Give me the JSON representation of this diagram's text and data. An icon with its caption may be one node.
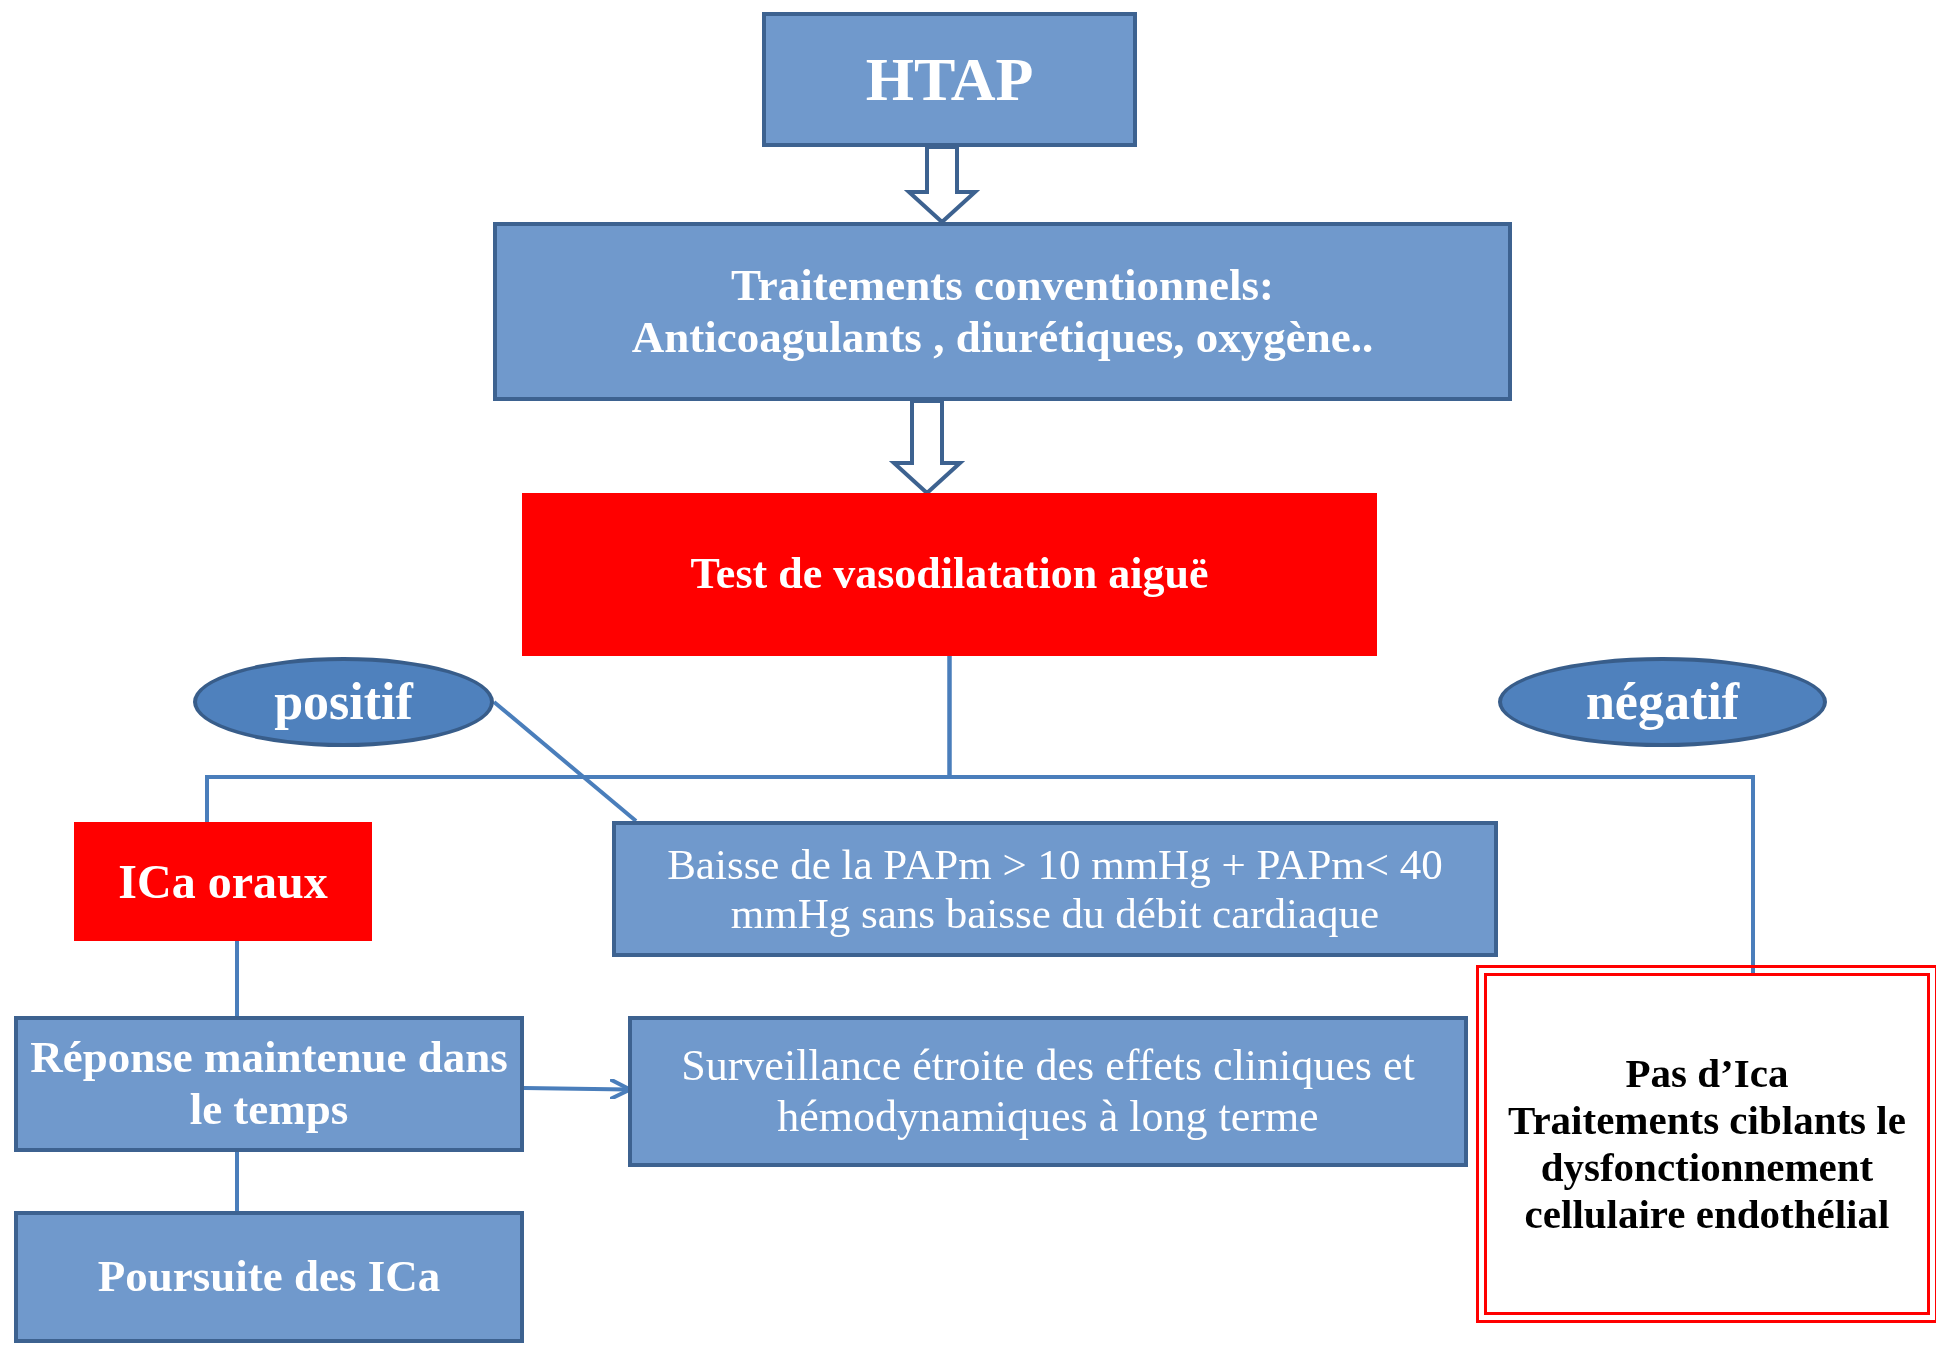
{
  "diagram": {
    "nodes": [
      {
        "text": [
          "HTAP"
        ]
      },
      {
        "text": [
          "Traitements conventionnels:",
          "Anticoagulants , diurétiques, oxygène.."
        ]
      },
      {
        "text": [
          "Test de vasodilatation aiguë"
        ]
      },
      {
        "text": [
          "positif"
        ]
      },
      {
        "text": [
          "négatif"
        ]
      },
      {
        "text": [
          "ICa oraux"
        ]
      },
      {
        "text": [
          "Baisse de la PAPm > 10 mmHg  + PAPm< 40 mmHg sans baisse du débit cardiaque"
        ]
      },
      {
        "text": [
          "Réponse maintenue dans le temps"
        ]
      },
      {
        "text": [
          "Surveillance étroite des effets cliniques et hémodynamiques à long terme"
        ]
      },
      {
        "text": [
          "Poursuite des ICa"
        ]
      },
      {
        "text": [
          "Pas d’Ica",
          "Traitements ciblants le dysfonctionnement cellulaire endothélial"
        ]
      }
    ],
    "edges": [
      {
        "from": 0,
        "to": 1,
        "arrow": "to",
        "style": "thick"
      },
      {
        "from": 1,
        "to": 2,
        "arrow": "to",
        "style": "thick"
      },
      {
        "from": 2,
        "to": 5,
        "arrow": "none"
      },
      {
        "from": 2,
        "to": 10,
        "arrow": "none"
      },
      {
        "from": 3,
        "to": 6,
        "arrow": "none"
      },
      {
        "from": 5,
        "to": 7,
        "arrow": "none"
      },
      {
        "from": 7,
        "to": 8,
        "arrow": "to"
      },
      {
        "from": 7,
        "to": 9,
        "arrow": "none"
      }
    ]
  }
}
